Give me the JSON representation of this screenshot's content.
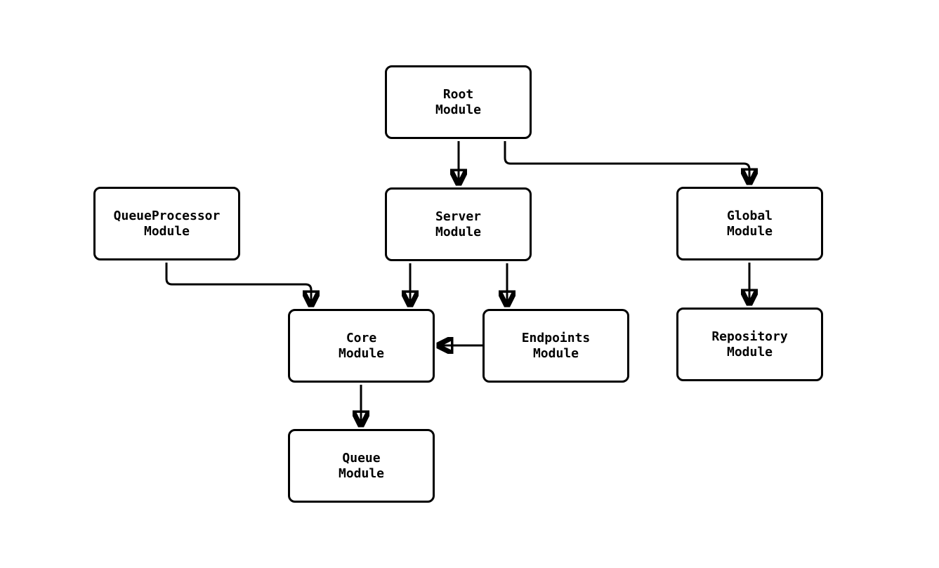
{
  "diagram": {
    "type": "flowchart",
    "background_color": "#ffffff",
    "node_fill_color": "#ffffff",
    "node_border_color": "#000000",
    "edge_color": "#000000",
    "text_color": "#000000",
    "nodes": [
      {
        "id": "root",
        "label": "Root\nModule"
      },
      {
        "id": "server",
        "label": "Server\nModule"
      },
      {
        "id": "queueprocessor",
        "label": "QueueProcessor\nModule"
      },
      {
        "id": "global",
        "label": "Global\nModule"
      },
      {
        "id": "core",
        "label": "Core\nModule"
      },
      {
        "id": "endpoints",
        "label": "Endpoints\nModule"
      },
      {
        "id": "repository",
        "label": "Repository\nModule"
      },
      {
        "id": "queue",
        "label": "Queue\nModule"
      }
    ],
    "edges": [
      {
        "from": "root",
        "to": "server"
      },
      {
        "from": "root",
        "to": "global"
      },
      {
        "from": "queueprocessor",
        "to": "core"
      },
      {
        "from": "server",
        "to": "core"
      },
      {
        "from": "server",
        "to": "endpoints"
      },
      {
        "from": "endpoints",
        "to": "core"
      },
      {
        "from": "global",
        "to": "repository"
      },
      {
        "from": "core",
        "to": "queue"
      }
    ]
  }
}
